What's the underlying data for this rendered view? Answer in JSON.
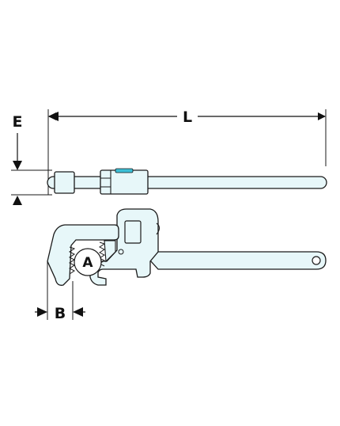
{
  "labels": {
    "length": "L",
    "height": "E",
    "jaw_opening": "B",
    "pipe_capacity": "A"
  },
  "colors": {
    "outline": "#1a1a1a",
    "tool_fill": "#e7f7f9",
    "accent_ring": "#3bbfd6",
    "background": "#ffffff"
  },
  "icons": {
    "wrench_top_view": "pipe-wrench-top-view-icon",
    "wrench_side_view": "pipe-wrench-side-view-icon"
  }
}
